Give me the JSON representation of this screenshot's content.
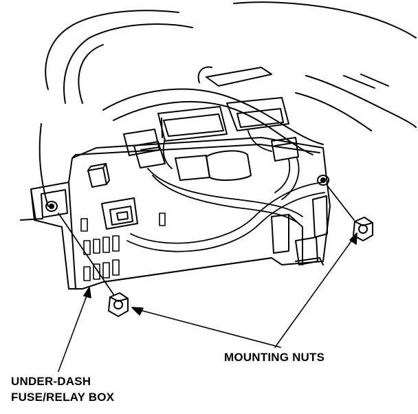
{
  "labels": {
    "mounting_nuts": "MOUNTING NUTS",
    "fuse_box_line1": "UNDER-DASH",
    "fuse_box_line2": "FUSE/RELAY BOX"
  },
  "colors": {
    "ink": "#000000",
    "paper": "#ffffff"
  }
}
